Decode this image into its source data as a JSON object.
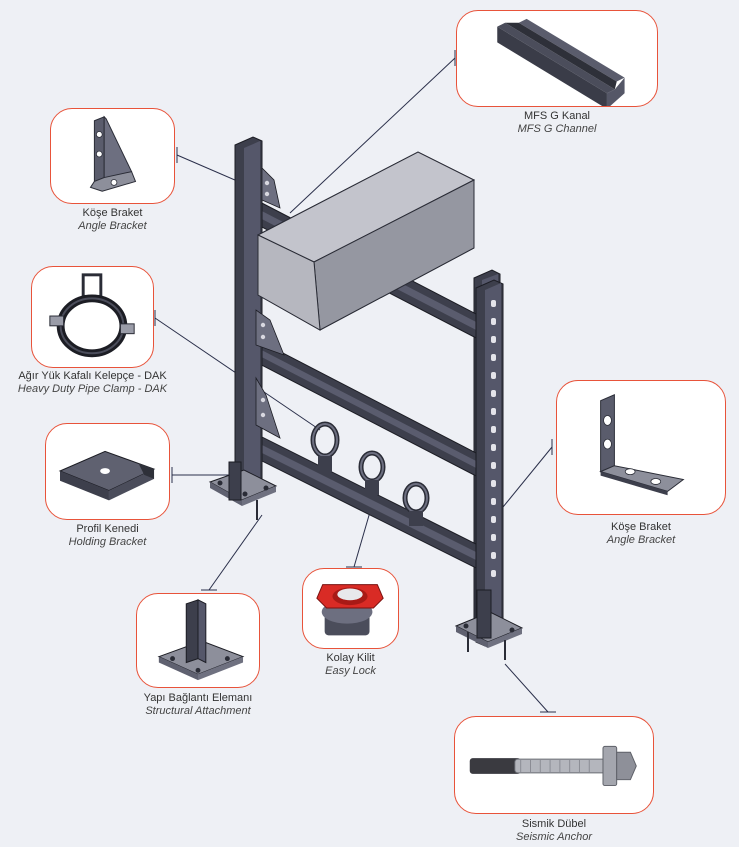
{
  "colors": {
    "accent": "#e8533a",
    "steel": "#3d3f4c",
    "duct": "#9b9ca6",
    "background": "#eef0f5",
    "easylock": "#d92b25"
  },
  "components": [
    {
      "id": "mfs-g-channel",
      "label_tr": "MFS G Kanal",
      "label_en": "MFS G Channel"
    },
    {
      "id": "angle-bracket-top",
      "label_tr": "Köşe Braket",
      "label_en": "Angle Bracket"
    },
    {
      "id": "heavy-duty-pipe-clamp",
      "label_tr": "Ağır Yük Kafalı Kelepçe - DAK",
      "label_en": "Heavy Duty Pipe Clamp - DAK"
    },
    {
      "id": "holding-bracket",
      "label_tr": "Profil Kenedi",
      "label_en": "Holding Bracket"
    },
    {
      "id": "angle-bracket-right",
      "label_tr": "Köşe Braket",
      "label_en": "Angle Bracket"
    },
    {
      "id": "structural-attachment",
      "label_tr": "Yapı Bağlantı Elemanı",
      "label_en": "Structural Attachment"
    },
    {
      "id": "easy-lock",
      "label_tr": "Kolay Kilit",
      "label_en": "Easy Lock"
    },
    {
      "id": "seismic-anchor",
      "label_tr": "Sismik Dübel",
      "label_en": "Seismic Anchor"
    }
  ]
}
